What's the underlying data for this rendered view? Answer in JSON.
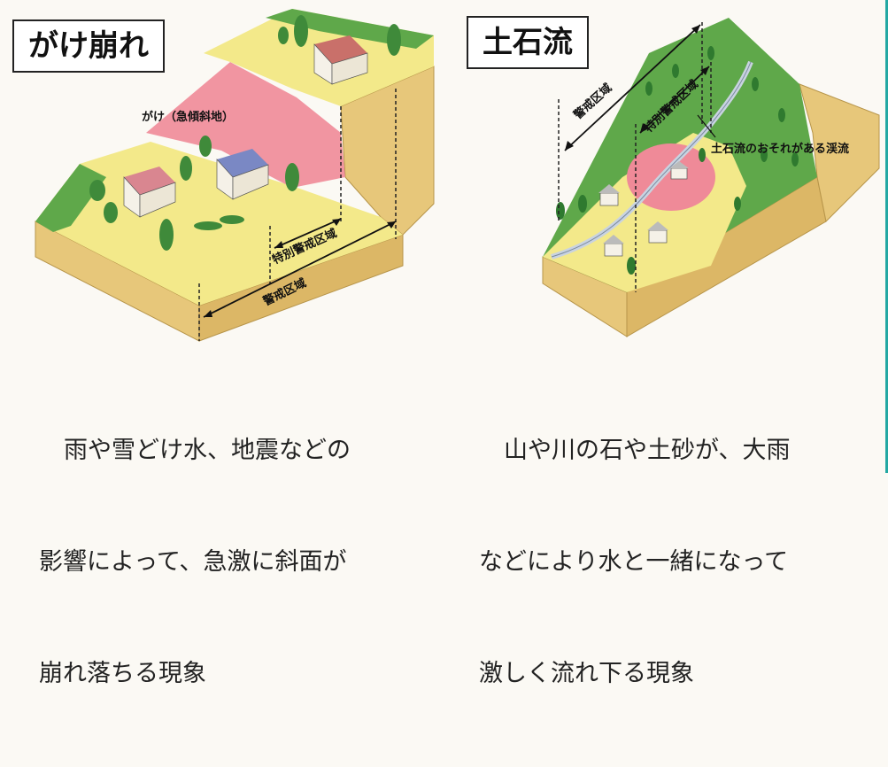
{
  "left": {
    "title": "がけ崩れ",
    "labels": {
      "cliff": "がけ（急傾斜地）",
      "special_zone": "特別警戒区域",
      "warning_zone": "警戒区域"
    },
    "caption": [
      "雨や雪どけ水、地震などの",
      "影響によって、急激に斜面が",
      "崩れ落ちる現象"
    ]
  },
  "right": {
    "title": "土石流",
    "labels": {
      "warning_zone": "警戒区域",
      "special_zone": "特別警戒区域",
      "stream": "土石流のおそれがある渓流"
    },
    "caption": [
      "山や川の石や土砂が、大雨",
      "などにより水と一緒になって",
      "激しく流れ下る現象"
    ]
  },
  "colors": {
    "yellow_zone": "#f3e98a",
    "red_zone": "#ef8a98",
    "grass": "#5fa84a",
    "earth": "#e7c77a",
    "accent_edge": "#23a8a3"
  }
}
